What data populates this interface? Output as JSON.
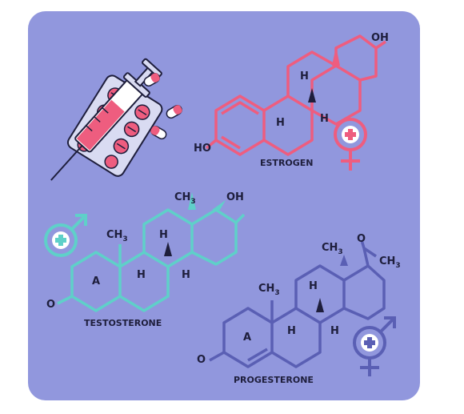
{
  "colors": {
    "background": "#9197dd",
    "estrogen": "#ee5d7f",
    "testosterone": "#5fd0c9",
    "progesterone": "#5a5fb4",
    "text": "#1e1e3c"
  },
  "estrogen": {
    "name": "ESTROGEN",
    "oh_top": "OH",
    "ho_left": "HO",
    "h1": "H",
    "h2": "H",
    "h3": "H"
  },
  "testosterone": {
    "name": "TESTOSTERONE",
    "ch3": "CH",
    "ch3_sub": "3",
    "oh": "OH",
    "ch3b": "CH",
    "ch3b_sub": "3",
    "ring_a": "A",
    "h1": "H",
    "h2": "H",
    "h3": "H",
    "o": "O"
  },
  "progesterone": {
    "name": "PROGESTERONE",
    "ch3_top": "CH",
    "ch3_top_sub": "3",
    "ch3_side": "CH",
    "ch3_side_sub": "3",
    "o_ketone": "O",
    "ch3_left": "CH",
    "ch3_left_sub": "3",
    "ring_a": "A",
    "h1": "H",
    "h2": "H",
    "h3": "H",
    "o": "O"
  },
  "icons": [
    "syringe-icon",
    "pill-blister-icon",
    "capsule-icon",
    "female-symbol-icon",
    "male-symbol-icon",
    "intersex-symbol-icon",
    "medical-cross-icon"
  ]
}
